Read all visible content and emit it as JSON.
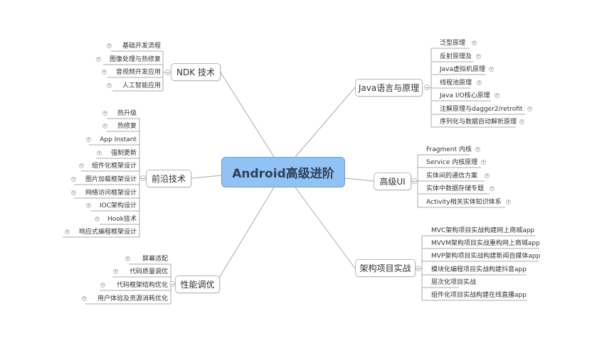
{
  "center": {
    "label": "Android高级进阶"
  },
  "branches": {
    "ndk": {
      "label": "NDK 技术",
      "items": [
        "基础开发流程",
        "图像处理与热修复",
        "音视频开发应用",
        "人工智能应用"
      ]
    },
    "frontier": {
      "label": "前沿技术",
      "items": [
        "热升级",
        "热修复",
        "App Instant",
        "强制更新",
        "组件化框架设计",
        "图片加载框架设计",
        "网络访问框架设计",
        "IOC架构设计",
        "Hook技术",
        "响应式编程框架设计"
      ]
    },
    "perf": {
      "label": "性能调优",
      "items": [
        "屏幕适配",
        "代码质量调优",
        "代码框架结构优化",
        "用户体验及资源消耗优化"
      ]
    },
    "java": {
      "label": "Java语言与原理",
      "items": [
        "泛型原理",
        "反射原理及",
        "Java虚拟机原理",
        "线程池原理",
        "Java I/O核心原理",
        "注解原理与dagger2/retrofit",
        "序列化与数据自动解析原理"
      ]
    },
    "ui": {
      "label": "高级UI",
      "items": [
        "Fragment 内核",
        "Service 内核原理",
        "实体间的通信方案",
        "实体中数据存储专题",
        "Activity相关实体知识体系"
      ]
    },
    "arch": {
      "label": "架构项目实战",
      "items": [
        "MVC架构项目实战构建网上商城app",
        "MVVM架构项目实战重构网上商城app",
        "MVP架构项目实战构建新闻自媒体app",
        "模块化编程项目实战构建抖音app",
        "层次化项目实战",
        "组件化项目实战构建在线直播app"
      ]
    }
  },
  "colors": {
    "center_fill": "#90c2f5",
    "center_border": "#6f9fd4",
    "center_text": "#2e3f57",
    "line": "#a9a9a9",
    "node_border": "#b8b8b8"
  }
}
